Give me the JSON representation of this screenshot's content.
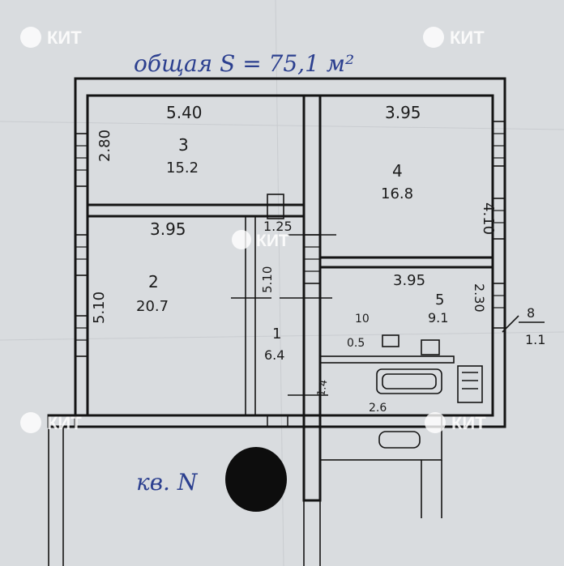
{
  "header": {
    "total_area": "общая S = 75,1 м²"
  },
  "apartment_label": "кв. N",
  "rooms": [
    {
      "number": "3",
      "area": "15.2",
      "width": "5.40",
      "height": "2.80"
    },
    {
      "number": "4",
      "area": "16.8",
      "width": "3.95",
      "height": "4.10"
    },
    {
      "number": "2",
      "area": "20.7",
      "width": "3.95",
      "height": "5.10"
    },
    {
      "number": "1",
      "area": "6.4",
      "width": "1.25",
      "height": "5.10"
    },
    {
      "number": "5",
      "area": "9.1",
      "width": "3.95",
      "height": "2.30"
    },
    {
      "number": "8",
      "area": "1.1"
    }
  ],
  "small_rooms": [
    {
      "number": "10",
      "area": "0.5"
    },
    {
      "number": "",
      "area": "1.4"
    },
    {
      "number": "",
      "area": "2.6"
    }
  ],
  "watermark": {
    "text": "КИТ"
  },
  "colors": {
    "paper": "#d9dcdf",
    "ink": "#141414",
    "pen": "#2b3f8f"
  }
}
